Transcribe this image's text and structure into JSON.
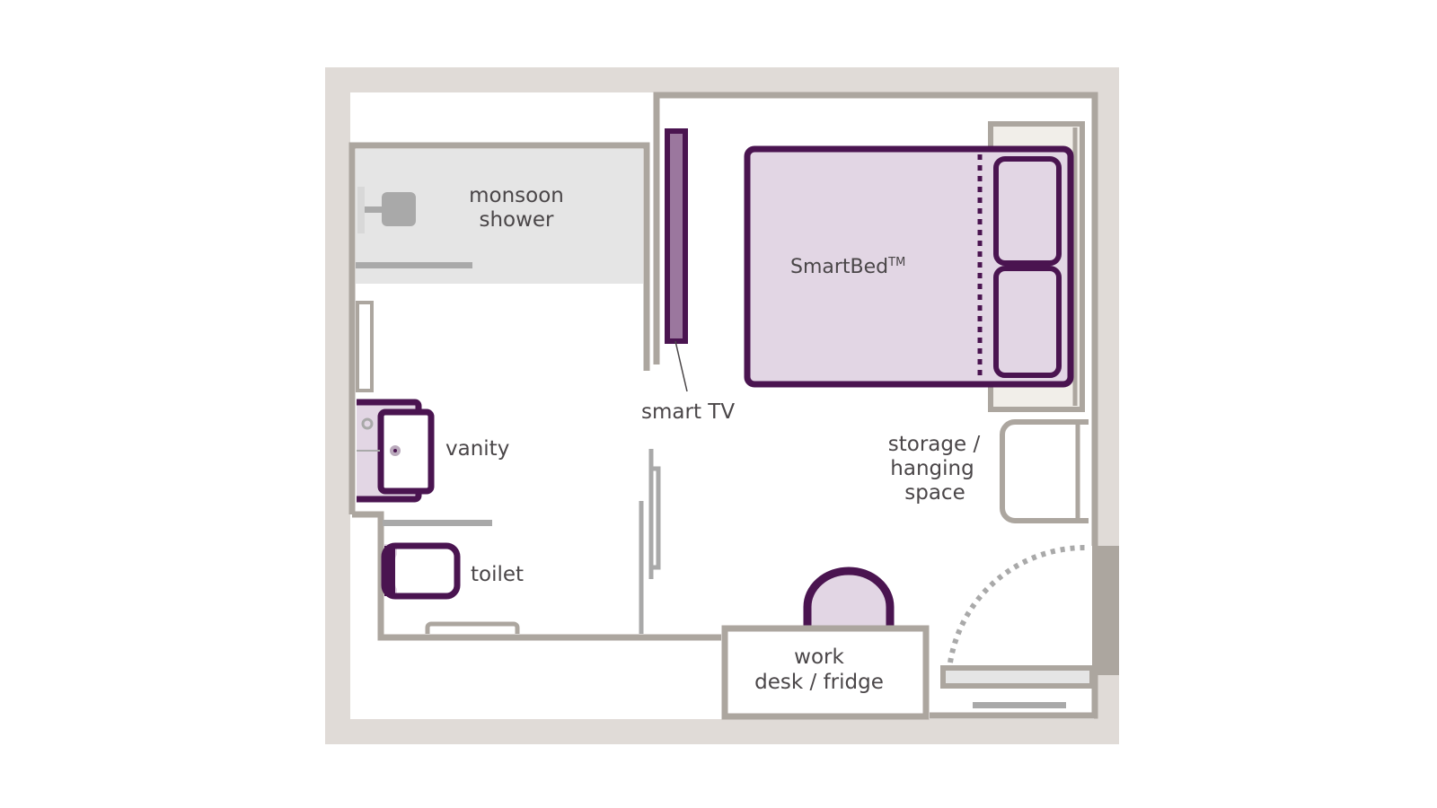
{
  "diagram": {
    "type": "floor-plan",
    "colors": {
      "outer_border": "#e0dbd7",
      "wall": "#aca69f",
      "fixture_gray": "#a9a9a9",
      "shower_fill": "#e5e5e5",
      "furniture_purple": "#4a1450",
      "furniture_fill": "#e2d6e4",
      "tv_fill": "#9b779e",
      "headboard_fill": "#f1eee9",
      "text": "#4a4648"
    },
    "labels": {
      "shower_line1": "monsoon",
      "shower_line2": "shower",
      "bed": "SmartBed",
      "bed_trademark": "TM",
      "tv": "smart TV",
      "vanity": "vanity",
      "toilet": "toilet",
      "storage_line1": "storage /",
      "storage_line2": "hanging",
      "storage_line3": "space",
      "desk_line1": "work",
      "desk_line2": "desk / fridge"
    }
  }
}
